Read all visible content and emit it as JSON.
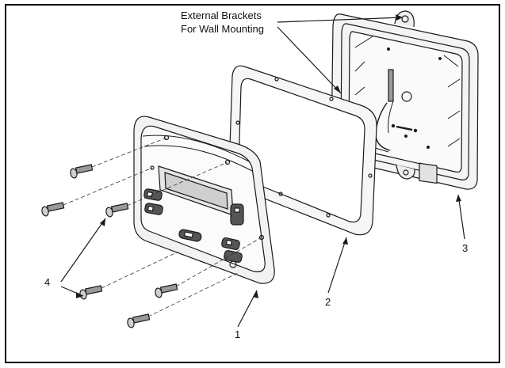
{
  "callouts": {
    "brackets_line1": "External Brackets",
    "brackets_line2": "For Wall Mounting",
    "part_1": "1",
    "part_2": "2",
    "part_3": "3",
    "part_4": "4"
  },
  "colors": {
    "line": "#1a1a1a",
    "frame": "#000000",
    "shade": "#cfcfcf",
    "dark": "#555555"
  }
}
